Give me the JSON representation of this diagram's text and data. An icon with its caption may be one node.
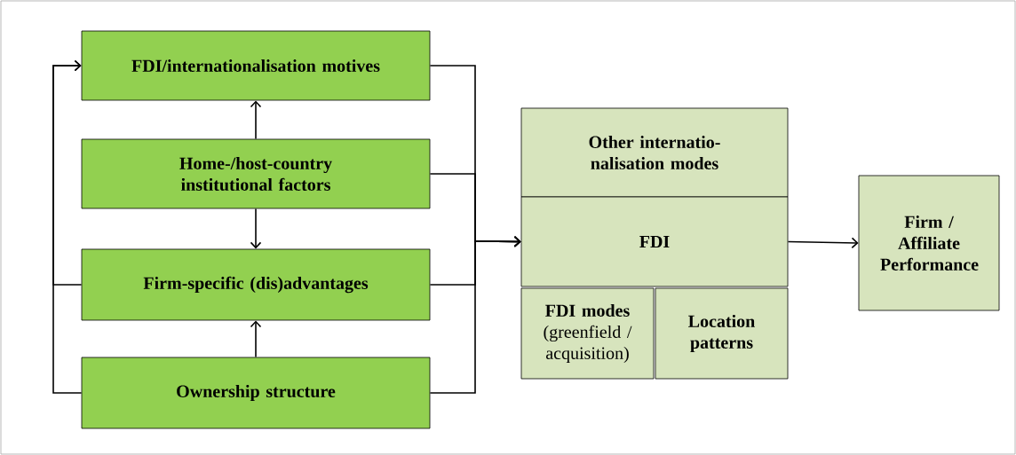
{
  "diagram": {
    "nodes": [
      {
        "text": [
          "FDI/internationalisation motives"
        ]
      },
      {
        "text": [
          "Home-/host-country institutional factors"
        ]
      },
      {
        "text": [
          "Firm-specific (dis)advantages"
        ]
      },
      {
        "text": [
          "Ownership structure"
        ]
      },
      {
        "text": [
          "Other internatio- nalisation modes"
        ]
      },
      {
        "text": [
          "FDI"
        ]
      },
      {
        "text": [
          "FDI modes",
          "(greenfield / acquisition)"
        ]
      },
      {
        "text": [
          "Location patterns"
        ]
      },
      {
        "text": [
          "Firm / Affiliate Performance"
        ]
      }
    ],
    "edges": [
      {
        "from": 1,
        "to": 0,
        "arrow": "to"
      },
      {
        "from": 1,
        "to": 2,
        "arrow": "to"
      },
      {
        "from": 3,
        "to": 2,
        "arrow": "to"
      },
      {
        "from": 2,
        "to": 0,
        "arrow": "to"
      },
      {
        "from": 3,
        "to": 0,
        "arrow": "to"
      },
      {
        "from": 0,
        "to": 5,
        "arrow": "to"
      },
      {
        "from": 1,
        "to": 5,
        "arrow": "to"
      },
      {
        "from": 2,
        "to": 5,
        "arrow": "to"
      },
      {
        "from": 3,
        "to": 5,
        "arrow": "to"
      },
      {
        "from": 5,
        "to": 8,
        "arrow": "to"
      }
    ]
  }
}
